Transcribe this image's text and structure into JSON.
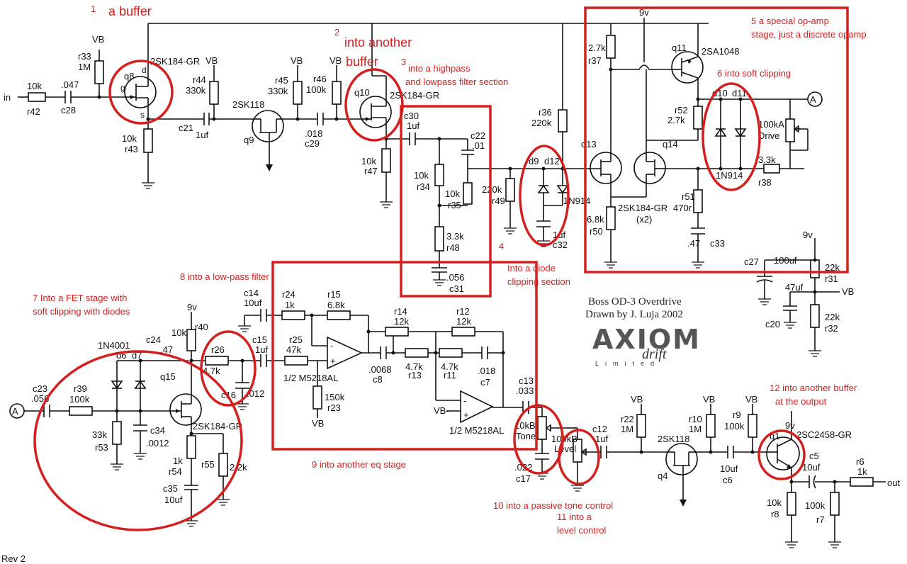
{
  "title": {
    "line1": "Boss OD-3 Overdrive",
    "line2": "Drawn by J. Luja 2002",
    "logo_main": "AXIOM",
    "logo_script": "drift",
    "logo_small": "Limited",
    "rev": "Rev 2"
  },
  "annotations": {
    "a1_num": "1",
    "a1": "a buffer",
    "a2_num": "2",
    "a2_l1": "into another",
    "a2_l2": "buffer",
    "a3_num": "3",
    "a3_l1": "into a highpass",
    "a3_l2": "and lowpass filter section",
    "a4_num": "4",
    "a4_l1": "Into a diode",
    "a4_l2": "clipping section",
    "a5_l1": "5  a special op-amp",
    "a5_l2": "stage, just a discrete opamp",
    "a6": "6 into soft clipping",
    "a7_l1": "7 Into a FET stage with",
    "a7_l2": "soft clipping with diodes",
    "a8": "8 into a low-pass filter",
    "a9": "9 into another eq stage",
    "a10": "10 into a passive tone control",
    "a11_l1": "11 into a",
    "a11_l2": "level control",
    "a12_l1": "12 into another buffer",
    "a12_l2": "at the output"
  },
  "components": {
    "in": "in",
    "out": "out",
    "A": "A",
    "A2": "A",
    "r42_v": "10k",
    "r42": "r42",
    "c28_v": ".047",
    "c28": "c28",
    "vb1": "VB",
    "r33": "r33",
    "r33_v": "1M",
    "q8": "q8",
    "q8_type": "2SK184-GR",
    "d": "d",
    "g": "g",
    "s": "s",
    "r43_v": "10k",
    "r43": "r43",
    "r44_v": "330k",
    "r44": "r44",
    "vb2": "VB",
    "c21": "c21",
    "c21_v": "1uf",
    "q9_type": "2SK118",
    "q9": "q9",
    "vb3": "VB",
    "r45": "r45",
    "r45_v": "330k",
    "vb4": "VB",
    "r46": "r46",
    "r46_v": "100k",
    "c29_v": ".018",
    "c29": "c29",
    "q10": "q10",
    "q10_type": "2SK184-GR",
    "r47_v": "10k",
    "r47": "r47",
    "c30": "c30",
    "c30_v": "1uf",
    "c22": "c22",
    "c22_v": ".01",
    "r34_v": "10k",
    "r34": "r34",
    "r35_v": "10k",
    "r35": "r35",
    "r48_v": "3.3k",
    "r48": "r48",
    "c31_v": ".056",
    "c31": "c31",
    "r49_v": "220k",
    "r49": "r49",
    "r36": "r36",
    "r36_v": "220k",
    "d9": "d9",
    "d12": "d12",
    "n914a": "1N914",
    "c32_v": "1uf",
    "c32": "c32",
    "v9a": "9v",
    "r37_v": "2.7k",
    "r37": "r37",
    "q11": "q11",
    "q11_type": "2SA1048",
    "r52": "r52",
    "r52_v": "2.7k",
    "d10": "d10",
    "d11": "d11",
    "n914b": "1N914",
    "drive_v": "100kA",
    "drive": "Drive",
    "q13": "q13",
    "q14": "q14",
    "q13_type": "2SK184-GR",
    "x2": "(x2)",
    "r38_v": "3.3k",
    "r38": "r38",
    "r50_v": "6.8k",
    "r50": "r50",
    "r51": "r51",
    "r51_v": "470r",
    "c33_v": ".47",
    "c33": "c33",
    "c27": "c27",
    "c27_v": "100uf",
    "v9b": "9v",
    "r31_v": "22k",
    "r31": "r31",
    "c20_v": "47uf",
    "c20": "c20",
    "vb5": "VB",
    "r32_v": "22k",
    "r32": "r32",
    "c14": "c14",
    "c14_v": "10uf",
    "r24": "r24",
    "r24_v": "1k",
    "r15": "r15",
    "r15_v": "6.8k",
    "r14": "r14",
    "r14_v": "12k",
    "r12": "r12",
    "r12_v": "12k",
    "r25": "r25",
    "r25_v": "47k",
    "c15": "c15",
    "c15_v": "1uf",
    "opamp1": "1/2 M5218AL",
    "opamp2": "1/2 M5218AL",
    "c8_v": ".0068",
    "c8": "c8",
    "r13_v": "4.7k",
    "r13": "r13",
    "r11_v": "4.7k",
    "r11": "r11",
    "c7_v": ".018",
    "c7": "c7",
    "r23_v": "150k",
    "r23": "r23",
    "vb6": "VB",
    "vb7": "VB-",
    "c13": "c13",
    "c13_v": ".033",
    "tone_v": "10kB",
    "tone": "Tone",
    "level_v": "100kB",
    "level": "Level",
    "c17_v": ".022",
    "c17": "c17",
    "v9c": "9v",
    "r40": "r40",
    "r40_v": "10k",
    "n4001": "1N4001",
    "d6": "d6",
    "d7": "d7",
    "c24": "c24",
    "c24_v": ".47",
    "q15": "q15",
    "r26": "r26",
    "r26_v": "4.7k",
    "c16": "c16",
    "c16_v": ".012",
    "c23": "c23",
    "c23_v": ".056",
    "r39": "r39",
    "r39_v": "100k",
    "r53_v": "33k",
    "r53": "r53",
    "c34": "c34",
    "c34_v": ".0012",
    "q15_type": "2SK184-GR",
    "r54_v": "1k",
    "r54": "r54",
    "r55": "r55",
    "r55_v": "2.2k",
    "c35": "c35",
    "c35_v": "10uf",
    "c12": "c12",
    "c12_v": "1uf",
    "vb8": "VB",
    "r22": "r22",
    "r22_v": "1M",
    "q4_type": "2SK118",
    "q4": "q4",
    "vb9": "VB",
    "r10": "r10",
    "r10_v": "1M",
    "vb10": "VB",
    "r9": "r9",
    "r9_v": "100k",
    "c6_v": "10uf",
    "c6": "c6",
    "v9d": "9v",
    "q1": "q1",
    "q1_type": "2SC2458-GR",
    "c5": "c5",
    "c5_v": "10uf",
    "r6": "r6",
    "r6_v": "1k",
    "r8_v": "10k",
    "r8": "r8",
    "r7_v": "100k",
    "r7": "r7"
  }
}
